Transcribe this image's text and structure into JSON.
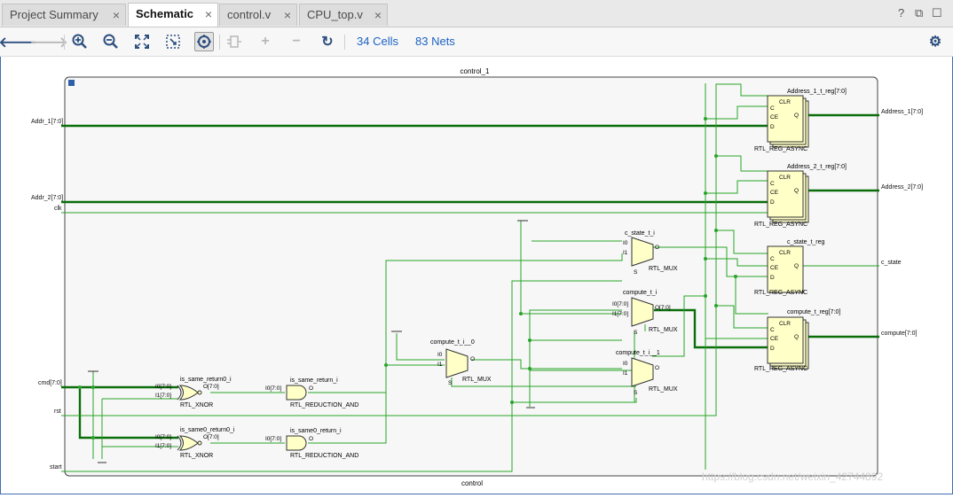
{
  "tabs": [
    {
      "label": "Project Summary",
      "active": false
    },
    {
      "label": "Schematic",
      "active": true
    },
    {
      "label": "control.v",
      "active": false
    },
    {
      "label": "CPU_top.v",
      "active": false
    }
  ],
  "window_controls": {
    "help": "?",
    "restore": "⧉",
    "maximize": "☐"
  },
  "toolbar": {
    "cells": "34 Cells",
    "nets": "83 Nets"
  },
  "schematic": {
    "instance_title": "control_1",
    "module_label": "control",
    "ports_in": {
      "addr1": "Addr_1[7:0]",
      "addr2": "Addr_2[7:0]",
      "clk": "clk",
      "cmd": "cmd[7:0]",
      "rst": "rst",
      "start": "start"
    },
    "ports_out": {
      "address1": "Address_1[7:0]",
      "address2": "Address_2[7:0]",
      "c_state": "c_state",
      "compute": "compute[7:0]"
    },
    "regs": [
      {
        "name": "Address_1_t_reg[7:0]",
        "type": "RTL_REG_ASYNC"
      },
      {
        "name": "Address_2_t_reg[7:0]",
        "type": "RTL_REG_ASYNC"
      },
      {
        "name": "c_state_t_reg",
        "type": "RTL_REG_ASYNC"
      },
      {
        "name": "compute_t_reg[7:0]",
        "type": "RTL_REG_ASYNC"
      }
    ],
    "reg_pins": {
      "clr": "CLR",
      "c": "C",
      "ce": "CE",
      "d": "D",
      "q": "Q"
    },
    "muxes": [
      {
        "name": "c_state_t_i",
        "type": "RTL_MUX",
        "i0": "I0",
        "i1": "I1"
      },
      {
        "name": "compute_t_i",
        "type": "RTL_MUX",
        "i0": "I0[7:0]",
        "i1": "I1[7:0]",
        "o": "O[7:0]"
      },
      {
        "name": "compute_t_i__0",
        "type": "RTL_MUX",
        "i0": "I0",
        "i1": "I1"
      },
      {
        "name": "compute_t_i__1",
        "type": "RTL_MUX",
        "i0": "I0",
        "i1": "I1"
      }
    ],
    "mux_pins": {
      "o": "O",
      "s": "S"
    },
    "xnors": [
      {
        "name": "is_same_return0_i",
        "type": "RTL_XNOR"
      },
      {
        "name": "is_same0_return0_i",
        "type": "RTL_XNOR"
      }
    ],
    "ands": [
      {
        "name": "is_same_return_i",
        "type": "RTL_REDUCTION_AND"
      },
      {
        "name": "is_same0_return_i",
        "type": "RTL_REDUCTION_AND"
      }
    ],
    "gate_pins": {
      "i0": "I0[7:0]",
      "i1": "I1[7:0]",
      "o_bus": "O[7:0]",
      "o": "O"
    },
    "watermark": "https://blog.csdn.net/weixin_42744892"
  },
  "colors": {
    "wire": "#1fa01f",
    "bus": "#0a6e0a",
    "cell_fill": "#ffffc8",
    "cell_stroke": "#333333"
  }
}
